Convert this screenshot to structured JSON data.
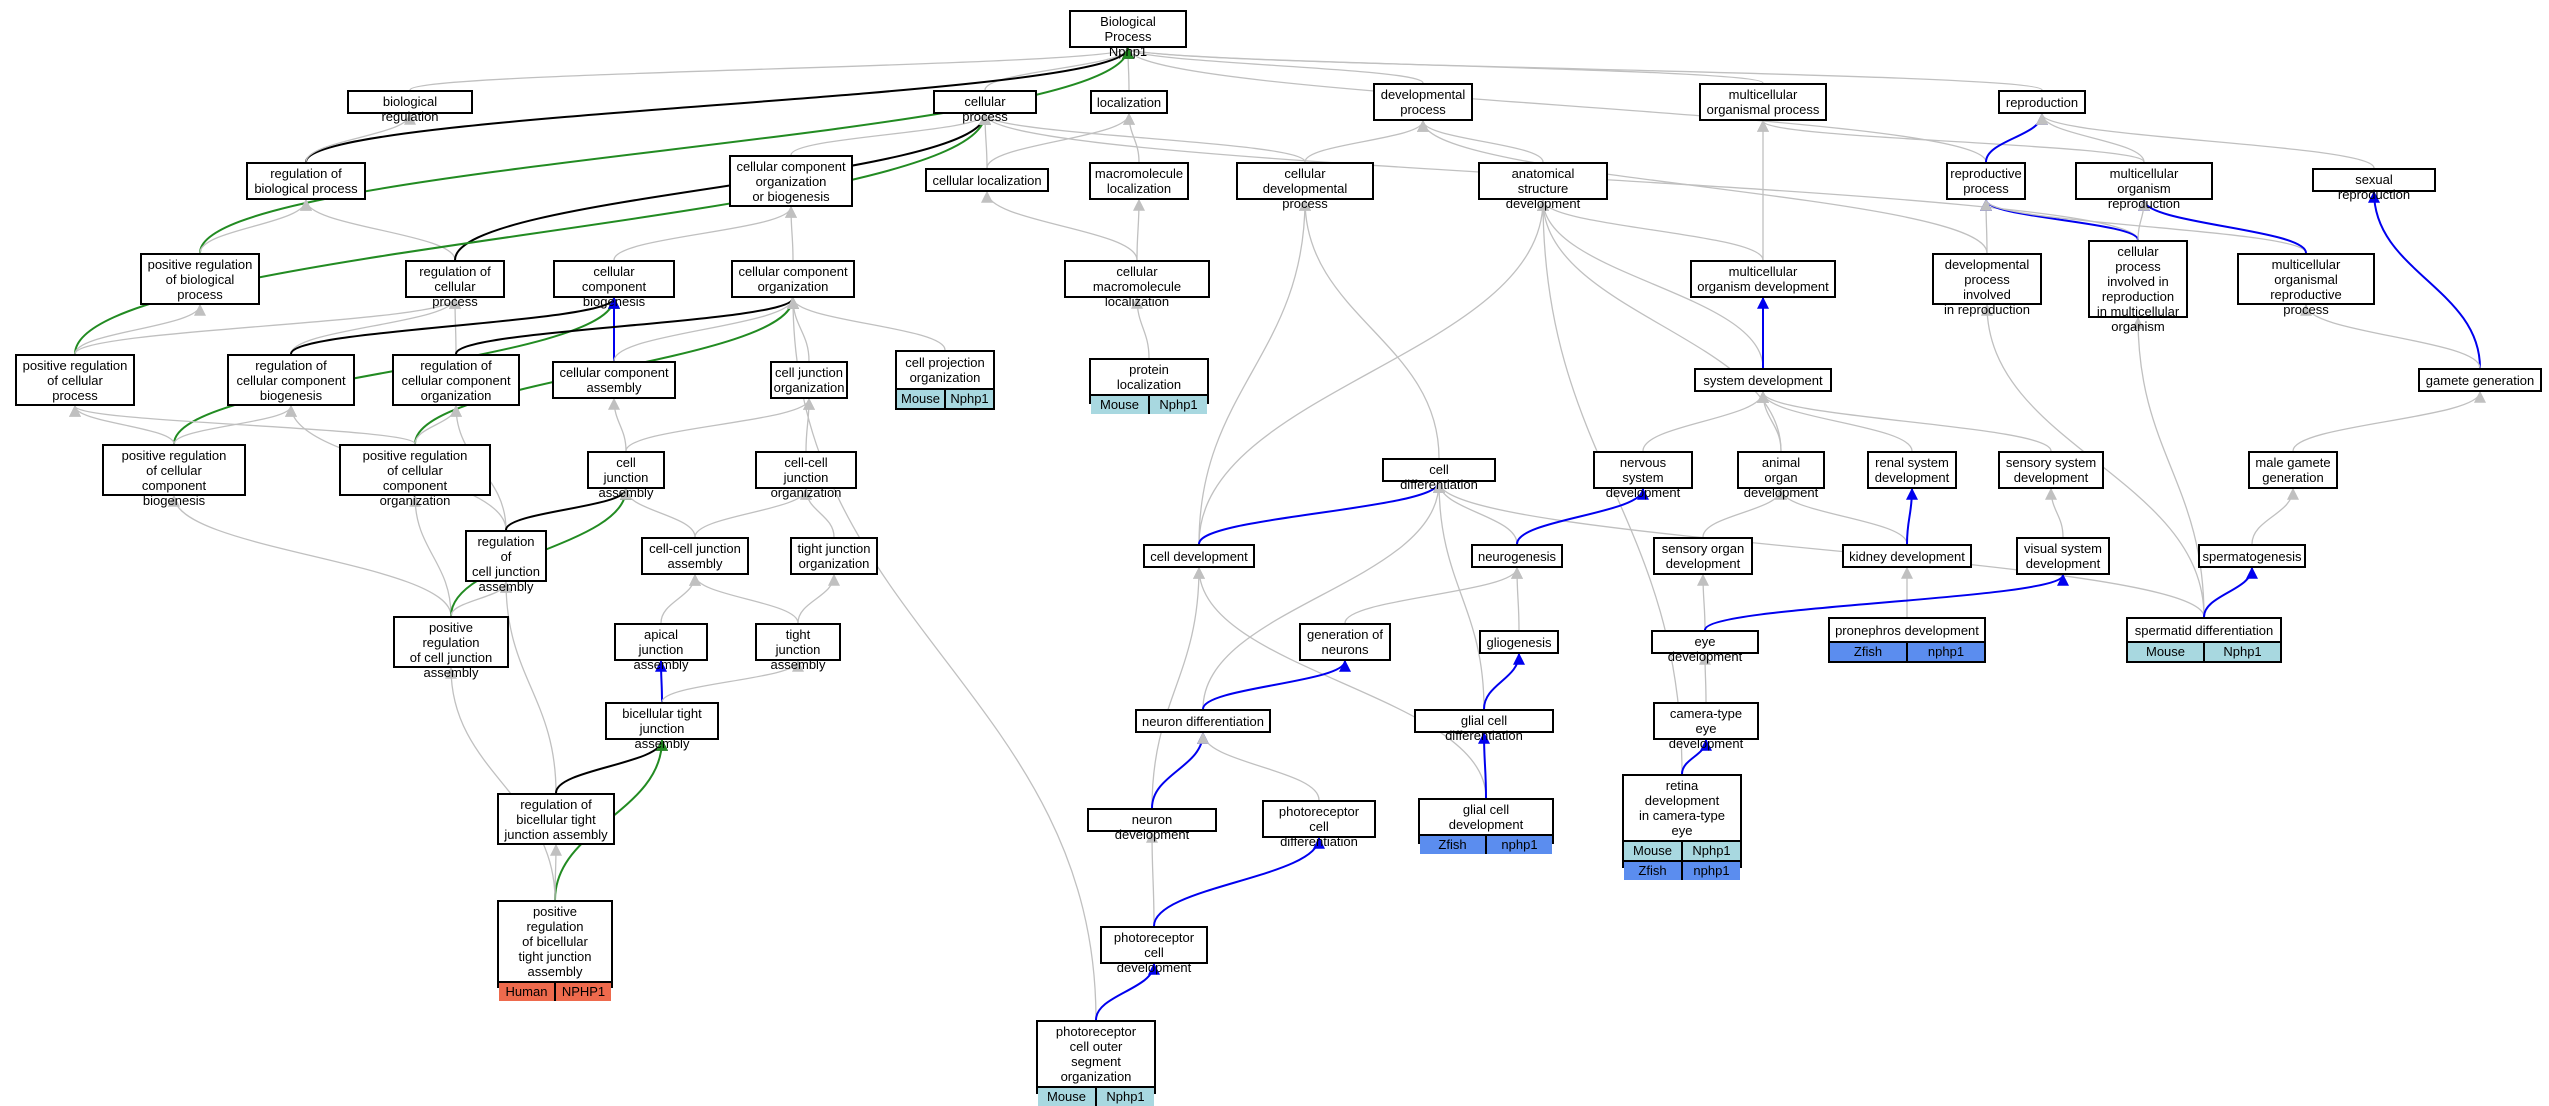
{
  "annotation_colors": {
    "Mouse": "#a8d8e0",
    "Zfish": "#5b8def",
    "Human": "#ee6a4d"
  },
  "edge_colors": {
    "is_a": "#c0c0c0",
    "regulates": "#000000",
    "positively_regulates": "#228b22",
    "part_of": "#0000ee"
  },
  "nodes": [
    {
      "id": "bp",
      "label": "Biological Process\nNphp1"
    },
    {
      "id": "bioreg",
      "label": "biological regulation"
    },
    {
      "id": "cellproc",
      "label": "cellular process"
    },
    {
      "id": "localization",
      "label": "localization"
    },
    {
      "id": "devproc",
      "label": "developmental\nprocess"
    },
    {
      "id": "multiorg",
      "label": "multicellular\norganismal process"
    },
    {
      "id": "reproduction",
      "label": "reproduction"
    },
    {
      "id": "regbio",
      "label": "regulation of\nbiological process"
    },
    {
      "id": "ccob",
      "label": "cellular component\norganization\nor biogenesis"
    },
    {
      "id": "cellloc",
      "label": "cellular localization"
    },
    {
      "id": "macroloc",
      "label": "macromolecule\nlocalization"
    },
    {
      "id": "celldevproc",
      "label": "cellular developmental\nprocess"
    },
    {
      "id": "anatdev",
      "label": "anatomical structure\ndevelopment"
    },
    {
      "id": "reprocproc",
      "label": "reproductive\nprocess"
    },
    {
      "id": "multirep",
      "label": "multicellular\norganism reproduction"
    },
    {
      "id": "sexrep",
      "label": "sexual reproduction"
    },
    {
      "id": "posregbio",
      "label": "positive regulation\nof biological\nprocess"
    },
    {
      "id": "regcell",
      "label": "regulation of\ncellular process"
    },
    {
      "id": "ccbiog",
      "label": "cellular component\nbiogenesis"
    },
    {
      "id": "ccorg",
      "label": "cellular component\norganization"
    },
    {
      "id": "cellmacroloc",
      "label": "cellular macromolecule\nlocalization"
    },
    {
      "id": "multidev",
      "label": "multicellular\norganism development"
    },
    {
      "id": "devrep",
      "label": "developmental\nprocess involved\nin reproduction"
    },
    {
      "id": "cpinrep",
      "label": "cellular process\ninvolved in\nreproduction\nin multicellular\norganism"
    },
    {
      "id": "multireproc",
      "label": "multicellular\norganismal reproductive\nprocess"
    },
    {
      "id": "posregcell",
      "label": "positive regulation\nof cellular\nprocess"
    },
    {
      "id": "regccbiog",
      "label": "regulation of\ncellular component\nbiogenesis"
    },
    {
      "id": "regccorg",
      "label": "regulation of\ncellular component\norganization"
    },
    {
      "id": "ccassem",
      "label": "cellular component\nassembly"
    },
    {
      "id": "cjorg",
      "label": "cell junction\norganization"
    },
    {
      "id": "cporg",
      "label": "cell projection\norganization",
      "annot": [
        [
          "Mouse",
          "Nphp1"
        ]
      ]
    },
    {
      "id": "protloc",
      "label": "protein localization",
      "annot": [
        [
          "Mouse",
          "Nphp1"
        ]
      ]
    },
    {
      "id": "sysdev",
      "label": "system development"
    },
    {
      "id": "gamgen",
      "label": "gamete generation"
    },
    {
      "id": "posregccb",
      "label": "positive regulation\nof cellular\ncomponent biogenesis"
    },
    {
      "id": "posregcco",
      "label": "positive regulation\nof cellular\ncomponent organization"
    },
    {
      "id": "cjassem",
      "label": "cell junction\nassembly"
    },
    {
      "id": "ccjorg",
      "label": "cell-cell junction\norganization"
    },
    {
      "id": "celldiff",
      "label": "cell differentiation"
    },
    {
      "id": "nervdev",
      "label": "nervous system\ndevelopment"
    },
    {
      "id": "organdev",
      "label": "animal organ\ndevelopment"
    },
    {
      "id": "renaldev",
      "label": "renal system\ndevelopment"
    },
    {
      "id": "sensdev",
      "label": "sensory system\ndevelopment"
    },
    {
      "id": "malegam",
      "label": "male gamete\ngeneration"
    },
    {
      "id": "regcja",
      "label": "regulation of\ncell junction\nassembly"
    },
    {
      "id": "ccjassem",
      "label": "cell-cell junction\nassembly"
    },
    {
      "id": "tjorg",
      "label": "tight junction\norganization"
    },
    {
      "id": "celldev",
      "label": "cell development"
    },
    {
      "id": "neurogen",
      "label": "neurogenesis"
    },
    {
      "id": "sensorgdev",
      "label": "sensory organ\ndevelopment"
    },
    {
      "id": "kidneydev",
      "label": "kidney development"
    },
    {
      "id": "visdev",
      "label": "visual system\ndevelopment"
    },
    {
      "id": "spermato",
      "label": "spermatogenesis"
    },
    {
      "id": "posregcja",
      "label": "positive regulation\nof cell junction\nassembly"
    },
    {
      "id": "apjassem",
      "label": "apical junction\nassembly"
    },
    {
      "id": "tjassem",
      "label": "tight junction\nassembly"
    },
    {
      "id": "genneur",
      "label": "generation of\nneurons"
    },
    {
      "id": "gliogen",
      "label": "gliogenesis"
    },
    {
      "id": "pronephdev",
      "label": "pronephros development",
      "annot": [
        [
          "Zfish",
          "nphp1"
        ]
      ]
    },
    {
      "id": "eyedev",
      "label": "eye development"
    },
    {
      "id": "spermatid",
      "label": "spermatid differentiation",
      "annot": [
        [
          "Mouse",
          "Nphp1"
        ]
      ]
    },
    {
      "id": "bicellassem",
      "label": "bicellular tight\njunction assembly"
    },
    {
      "id": "neurdiff",
      "label": "neuron differentiation"
    },
    {
      "id": "glialdiff",
      "label": "glial cell differentiation"
    },
    {
      "id": "cameye",
      "label": "camera-type\neye development"
    },
    {
      "id": "regbicell",
      "label": "regulation of\nbicellular tight\njunction assembly"
    },
    {
      "id": "neurdev",
      "label": "neuron development"
    },
    {
      "id": "photodiff",
      "label": "photoreceptor\ncell differentiation"
    },
    {
      "id": "glialdev",
      "label": "glial cell development",
      "annot": [
        [
          "Zfish",
          "nphp1"
        ]
      ]
    },
    {
      "id": "retinadev",
      "label": "retina development\nin camera-type\neye",
      "annot": [
        [
          "Mouse",
          "Nphp1"
        ],
        [
          "Zfish",
          "nphp1"
        ]
      ]
    },
    {
      "id": "posregbicell",
      "label": "positive regulation\nof bicellular\ntight junction\nassembly",
      "annot": [
        [
          "Human",
          "NPHP1"
        ]
      ]
    },
    {
      "id": "photodev",
      "label": "photoreceptor\ncell development"
    },
    {
      "id": "photoouter",
      "label": "photoreceptor\ncell outer segment\norganization",
      "annot": [
        [
          "Mouse",
          "Nphp1"
        ]
      ]
    }
  ],
  "edges": [
    {
      "from": "bioreg",
      "to": "bp",
      "type": "is_a"
    },
    {
      "from": "cellproc",
      "to": "bp",
      "type": "is_a"
    },
    {
      "from": "localization",
      "to": "bp",
      "type": "is_a"
    },
    {
      "from": "devproc",
      "to": "bp",
      "type": "is_a"
    },
    {
      "from": "multiorg",
      "to": "bp",
      "type": "is_a"
    },
    {
      "from": "reproduction",
      "to": "bp",
      "type": "is_a"
    },
    {
      "from": "reprocproc",
      "to": "bp",
      "type": "is_a"
    },
    {
      "from": "regbio",
      "to": "bp",
      "type": "regulates"
    },
    {
      "from": "posregbio",
      "to": "bp",
      "type": "positively_regulates"
    },
    {
      "from": "regbio",
      "to": "bioreg",
      "type": "is_a"
    },
    {
      "from": "posregbio",
      "to": "regbio",
      "type": "is_a"
    },
    {
      "from": "regcell",
      "to": "regbio",
      "type": "is_a"
    },
    {
      "from": "regcell",
      "to": "cellproc",
      "type": "regulates"
    },
    {
      "from": "posregcell",
      "to": "cellproc",
      "type": "positively_regulates"
    },
    {
      "from": "ccob",
      "to": "cellproc",
      "type": "is_a"
    },
    {
      "from": "cellloc",
      "to": "cellproc",
      "type": "is_a"
    },
    {
      "from": "celldevproc",
      "to": "cellproc",
      "type": "is_a"
    },
    {
      "from": "cpinrep",
      "to": "cellproc",
      "type": "is_a"
    },
    {
      "from": "cellloc",
      "to": "localization",
      "type": "is_a"
    },
    {
      "from": "macroloc",
      "to": "localization",
      "type": "is_a"
    },
    {
      "from": "celldevproc",
      "to": "devproc",
      "type": "is_a"
    },
    {
      "from": "anatdev",
      "to": "devproc",
      "type": "is_a"
    },
    {
      "from": "devrep",
      "to": "devproc",
      "type": "is_a"
    },
    {
      "from": "multirep",
      "to": "multiorg",
      "type": "is_a"
    },
    {
      "from": "multidev",
      "to": "multiorg",
      "type": "is_a"
    },
    {
      "from": "reprocproc",
      "to": "reproduction",
      "type": "part_of"
    },
    {
      "from": "multirep",
      "to": "reproduction",
      "type": "is_a"
    },
    {
      "from": "sexrep",
      "to": "reproduction",
      "type": "is_a"
    },
    {
      "from": "ccbiog",
      "to": "ccob",
      "type": "is_a"
    },
    {
      "from": "ccorg",
      "to": "ccob",
      "type": "is_a"
    },
    {
      "from": "cellmacroloc",
      "to": "cellloc",
      "type": "is_a"
    },
    {
      "from": "cellmacroloc",
      "to": "macroloc",
      "type": "is_a"
    },
    {
      "from": "protloc",
      "to": "cellmacroloc",
      "type": "is_a"
    },
    {
      "from": "celldev",
      "to": "celldevproc",
      "type": "is_a"
    },
    {
      "from": "celldiff",
      "to": "celldevproc",
      "type": "is_a"
    },
    {
      "from": "multidev",
      "to": "anatdev",
      "type": "is_a"
    },
    {
      "from": "sysdev",
      "to": "anatdev",
      "type": "is_a"
    },
    {
      "from": "celldev",
      "to": "anatdev",
      "type": "is_a"
    },
    {
      "from": "organdev",
      "to": "anatdev",
      "type": "is_a"
    },
    {
      "from": "retinadev",
      "to": "anatdev",
      "type": "is_a"
    },
    {
      "from": "devrep",
      "to": "reprocproc",
      "type": "is_a"
    },
    {
      "from": "cpinrep",
      "to": "reprocproc",
      "type": "part_of"
    },
    {
      "from": "multireproc",
      "to": "reprocproc",
      "type": "is_a"
    },
    {
      "from": "multireproc",
      "to": "multirep",
      "type": "part_of"
    },
    {
      "from": "cpinrep",
      "to": "multirep",
      "type": "is_a"
    },
    {
      "from": "gamgen",
      "to": "sexrep",
      "type": "part_of"
    },
    {
      "from": "posregcell",
      "to": "posregbio",
      "type": "is_a"
    },
    {
      "from": "posregcell",
      "to": "regcell",
      "type": "is_a"
    },
    {
      "from": "regccbiog",
      "to": "regcell",
      "type": "is_a"
    },
    {
      "from": "regccorg",
      "to": "regcell",
      "type": "is_a"
    },
    {
      "from": "regccbiog",
      "to": "ccbiog",
      "type": "regulates"
    },
    {
      "from": "posregccb",
      "to": "ccbiog",
      "type": "positively_regulates"
    },
    {
      "from": "ccassem",
      "to": "ccbiog",
      "type": "part_of"
    },
    {
      "from": "regccorg",
      "to": "ccorg",
      "type": "regulates"
    },
    {
      "from": "posregcco",
      "to": "ccorg",
      "type": "positively_regulates"
    },
    {
      "from": "ccassem",
      "to": "ccorg",
      "type": "is_a"
    },
    {
      "from": "cjorg",
      "to": "ccorg",
      "type": "is_a"
    },
    {
      "from": "cporg",
      "to": "ccorg",
      "type": "is_a"
    },
    {
      "from": "photoouter",
      "to": "ccorg",
      "type": "is_a"
    },
    {
      "from": "sysdev",
      "to": "multidev",
      "type": "part_of"
    },
    {
      "from": "spermatid",
      "to": "devrep",
      "type": "is_a"
    },
    {
      "from": "spermatid",
      "to": "cpinrep",
      "type": "is_a"
    },
    {
      "from": "gamgen",
      "to": "multireproc",
      "type": "is_a"
    },
    {
      "from": "posregccb",
      "to": "posregcell",
      "type": "is_a"
    },
    {
      "from": "posregcco",
      "to": "posregcell",
      "type": "is_a"
    },
    {
      "from": "posregccb",
      "to": "regccbiog",
      "type": "is_a"
    },
    {
      "from": "regcja",
      "to": "regccbiog",
      "type": "is_a"
    },
    {
      "from": "posregcco",
      "to": "regccorg",
      "type": "is_a"
    },
    {
      "from": "regcja",
      "to": "regccorg",
      "type": "is_a"
    },
    {
      "from": "cjassem",
      "to": "ccassem",
      "type": "is_a"
    },
    {
      "from": "cjassem",
      "to": "cjorg",
      "type": "is_a"
    },
    {
      "from": "ccjorg",
      "to": "cjorg",
      "type": "is_a"
    },
    {
      "from": "nervdev",
      "to": "sysdev",
      "type": "is_a"
    },
    {
      "from": "organdev",
      "to": "sysdev",
      "type": "is_a"
    },
    {
      "from": "renaldev",
      "to": "sysdev",
      "type": "is_a"
    },
    {
      "from": "sensdev",
      "to": "sysdev",
      "type": "is_a"
    },
    {
      "from": "malegam",
      "to": "gamgen",
      "type": "is_a"
    },
    {
      "from": "posregcja",
      "to": "posregcco",
      "type": "is_a"
    },
    {
      "from": "posregcja",
      "to": "posregccb",
      "type": "is_a"
    },
    {
      "from": "regcja",
      "to": "cjassem",
      "type": "regulates"
    },
    {
      "from": "posregcja",
      "to": "cjassem",
      "type": "positively_regulates"
    },
    {
      "from": "ccjassem",
      "to": "cjassem",
      "type": "is_a"
    },
    {
      "from": "ccjassem",
      "to": "ccjorg",
      "type": "is_a"
    },
    {
      "from": "tjorg",
      "to": "ccjorg",
      "type": "is_a"
    },
    {
      "from": "celldev",
      "to": "celldiff",
      "type": "part_of"
    },
    {
      "from": "neurogen",
      "to": "celldiff",
      "type": "is_a"
    },
    {
      "from": "neurdiff",
      "to": "celldiff",
      "type": "is_a"
    },
    {
      "from": "glialdiff",
      "to": "celldiff",
      "type": "is_a"
    },
    {
      "from": "spermatid",
      "to": "celldiff",
      "type": "is_a"
    },
    {
      "from": "neurogen",
      "to": "nervdev",
      "type": "part_of"
    },
    {
      "from": "sensorgdev",
      "to": "organdev",
      "type": "is_a"
    },
    {
      "from": "kidneydev",
      "to": "organdev",
      "type": "is_a"
    },
    {
      "from": "kidneydev",
      "to": "renaldev",
      "type": "part_of"
    },
    {
      "from": "visdev",
      "to": "sensdev",
      "type": "is_a"
    },
    {
      "from": "spermato",
      "to": "malegam",
      "type": "is_a"
    },
    {
      "from": "posregcja",
      "to": "regcja",
      "type": "is_a"
    },
    {
      "from": "apjassem",
      "to": "ccjassem",
      "type": "is_a"
    },
    {
      "from": "tjassem",
      "to": "ccjassem",
      "type": "is_a"
    },
    {
      "from": "tjassem",
      "to": "tjorg",
      "type": "is_a"
    },
    {
      "from": "neurdev",
      "to": "celldev",
      "type": "is_a"
    },
    {
      "from": "glialdev",
      "to": "celldev",
      "type": "is_a"
    },
    {
      "from": "genneur",
      "to": "neurogen",
      "type": "is_a"
    },
    {
      "from": "gliogen",
      "to": "neurogen",
      "type": "is_a"
    },
    {
      "from": "eyedev",
      "to": "sensorgdev",
      "type": "is_a"
    },
    {
      "from": "pronephdev",
      "to": "kidneydev",
      "type": "is_a"
    },
    {
      "from": "eyedev",
      "to": "visdev",
      "type": "part_of"
    },
    {
      "from": "spermatid",
      "to": "spermato",
      "type": "part_of"
    },
    {
      "from": "posregbicell",
      "to": "posregcja",
      "type": "is_a"
    },
    {
      "from": "bicellassem",
      "to": "apjassem",
      "type": "part_of"
    },
    {
      "from": "bicellassem",
      "to": "tjassem",
      "type": "is_a"
    },
    {
      "from": "neurdiff",
      "to": "genneur",
      "type": "part_of"
    },
    {
      "from": "glialdiff",
      "to": "gliogen",
      "type": "part_of"
    },
    {
      "from": "cameye",
      "to": "eyedev",
      "type": "is_a"
    },
    {
      "from": "regbicell",
      "to": "regcja",
      "type": "is_a"
    },
    {
      "from": "regbicell",
      "to": "bicellassem",
      "type": "regulates"
    },
    {
      "from": "posregbicell",
      "to": "bicellassem",
      "type": "positively_regulates"
    },
    {
      "from": "neurdev",
      "to": "neurdiff",
      "type": "part_of"
    },
    {
      "from": "photodiff",
      "to": "neurdiff",
      "type": "is_a"
    },
    {
      "from": "glialdev",
      "to": "glialdiff",
      "type": "part_of"
    },
    {
      "from": "retinadev",
      "to": "cameye",
      "type": "part_of"
    },
    {
      "from": "posregbicell",
      "to": "regbicell",
      "type": "is_a"
    },
    {
      "from": "photodev",
      "to": "neurdev",
      "type": "is_a"
    },
    {
      "from": "photodev",
      "to": "photodiff",
      "type": "part_of"
    },
    {
      "from": "photoouter",
      "to": "photodev",
      "type": "part_of"
    }
  ]
}
